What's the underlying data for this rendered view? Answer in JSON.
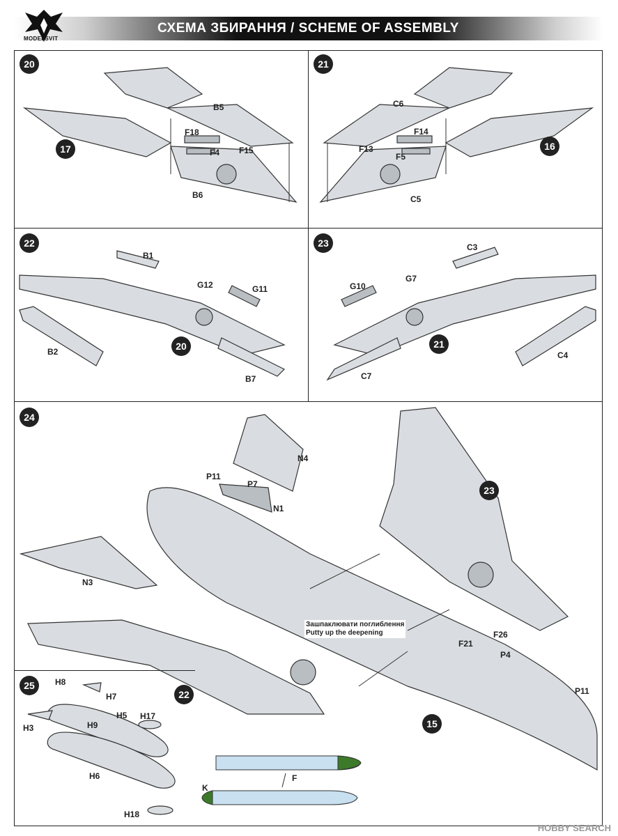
{
  "header": {
    "title": "СХЕМА ЗБИРАННЯ / SCHEME OF ASSEMBLY",
    "brand": "MODELSVIT"
  },
  "steps": {
    "s20": {
      "number": "20",
      "parts": [
        "B5",
        "F18",
        "F4",
        "F15",
        "B6"
      ],
      "ref": "17"
    },
    "s21": {
      "number": "21",
      "parts": [
        "C6",
        "F14",
        "F13",
        "F5",
        "C5"
      ],
      "ref": "16"
    },
    "s22": {
      "number": "22",
      "parts": [
        "B1",
        "G12",
        "G11",
        "B2",
        "B7"
      ],
      "ref": "20"
    },
    "s23": {
      "number": "23",
      "parts": [
        "C3",
        "G10",
        "G7",
        "C4",
        "C7"
      ],
      "ref": "21"
    },
    "s24": {
      "number": "24",
      "parts": [
        "N4",
        "P11",
        "P7",
        "N1",
        "N3",
        "F21",
        "F26",
        "P4",
        "P11"
      ],
      "refs": [
        "23",
        "22",
        "15"
      ],
      "note_ua": "Зашпаклювати поглиблення",
      "note_en": "Putty up the deepening"
    },
    "s25": {
      "number": "25",
      "parts": [
        "H8",
        "H7",
        "H3",
        "H5",
        "H17",
        "H9",
        "H6",
        "H18"
      ],
      "inset_parts": [
        "K",
        "F"
      ]
    }
  },
  "watermark": "HOBBY SEARCH",
  "colors": {
    "part_fill": "#d9dde1",
    "inset_fill": "#c8e0f0",
    "nose_green": "#3c7a2a"
  }
}
